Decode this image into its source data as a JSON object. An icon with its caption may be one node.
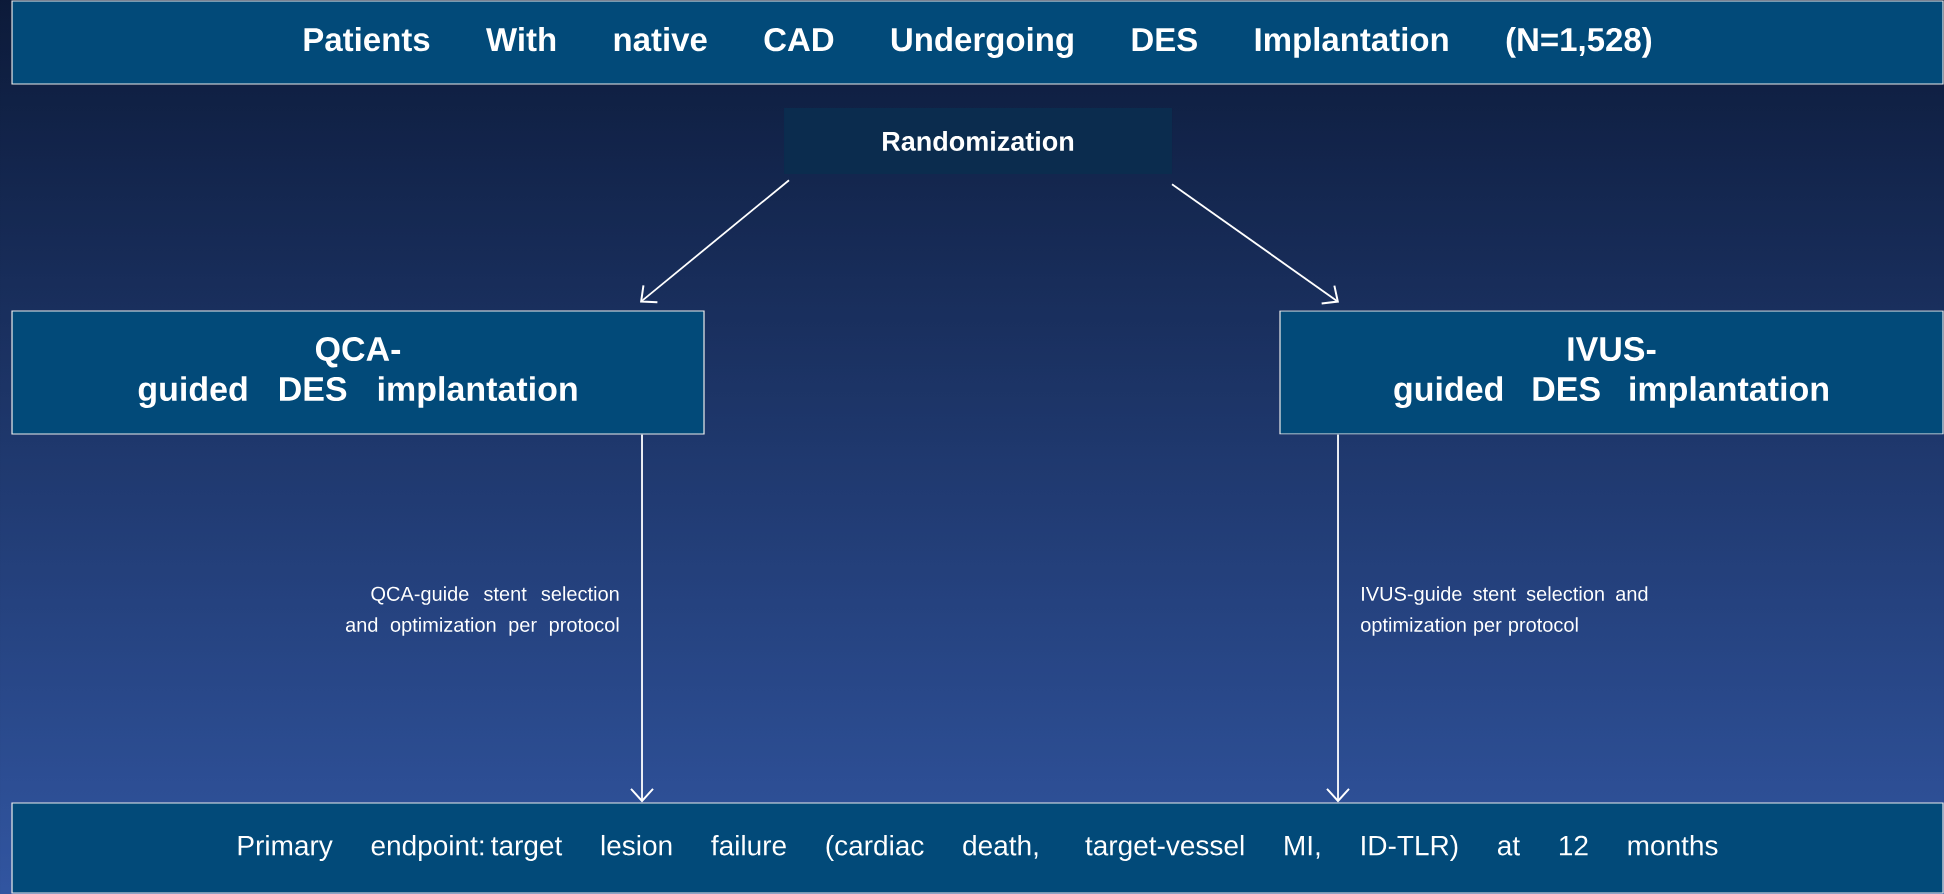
{
  "diagram": {
    "nodes": [
      {
        "text": [
          "Patients With native CAD Undergoing DES Implantation (N=1,528)"
        ]
      },
      {
        "text": [
          "Randomization"
        ]
      },
      {
        "text": [
          "QCA-guided DES implantation"
        ]
      },
      {
        "text": [
          "IVUS-guided DES implantation"
        ]
      },
      {
        "text": [
          "Primary endpoint: target lesion failure (cardiac death, target-vessel MI, ID-TLR) at 12 months"
        ]
      }
    ],
    "edges": [
      {
        "from": 1,
        "to": 2,
        "arrow": "to"
      },
      {
        "from": 1,
        "to": 3,
        "arrow": "to"
      },
      {
        "from": 2,
        "to": 4,
        "arrow": "to",
        "label": "QCA-guide stent selection and optimization per protocol"
      },
      {
        "from": 3,
        "to": 4,
        "arrow": "to",
        "label": "IVUS-guide stent selection and optimization per protocol"
      }
    ]
  }
}
